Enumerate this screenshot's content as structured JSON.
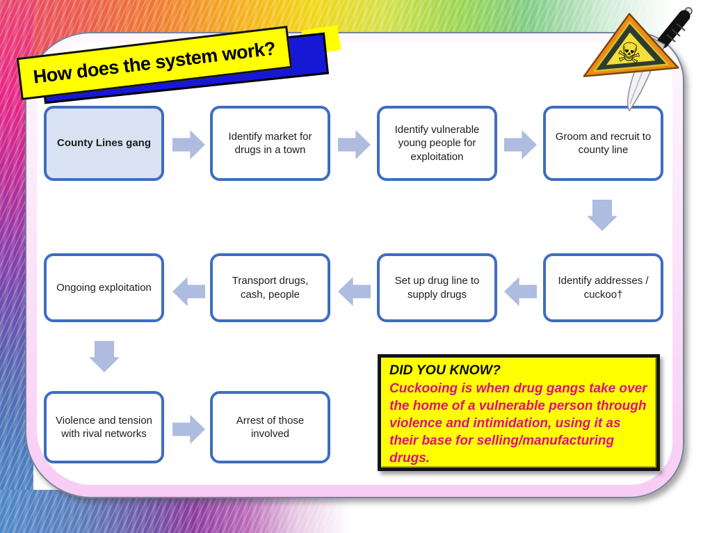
{
  "title": {
    "text": "How does the system work?"
  },
  "flow": {
    "boxes": [
      {
        "label": "County Lines gang",
        "highlighted": true
      },
      {
        "label": "Identify market for drugs in a town",
        "highlighted": false
      },
      {
        "label": "Identify vulnerable young people for exploitation",
        "highlighted": false
      },
      {
        "label": "Groom and recruit to county line",
        "highlighted": false
      },
      {
        "label": "Identify addresses / cuckoo†",
        "highlighted": false
      },
      {
        "label": "Set up drug line to supply drugs",
        "highlighted": false
      },
      {
        "label": "Transport drugs, cash, people",
        "highlighted": false
      },
      {
        "label": "Ongoing exploitation",
        "highlighted": false
      },
      {
        "label": "Violence and tension with rival networks",
        "highlighted": false
      },
      {
        "label": "Arrest of those involved",
        "highlighted": false
      }
    ]
  },
  "did_you_know": {
    "heading": "DID YOU KNOW?",
    "body": "Cuckooing is when drug gangs take over the home of a vulnerable person through violence and intimidation, using it as their base for selling/manufacturing drugs."
  },
  "icons": {
    "hazard": "skull-and-crossbones-warning-triangle",
    "knife": "knife",
    "skull_glyph": "☠"
  },
  "colors": {
    "box_border_blue": "#3e6dc0",
    "box_highlight_fill": "#d8e2f2",
    "arrow_blue": "#adbcdf",
    "banner_yellow": "#ffff00",
    "banner_blue": "#1717d6",
    "did_you_know_bg": "#ffff00",
    "did_you_know_text": "#e0107f",
    "panel_border_pink": "#f8ccf4"
  }
}
